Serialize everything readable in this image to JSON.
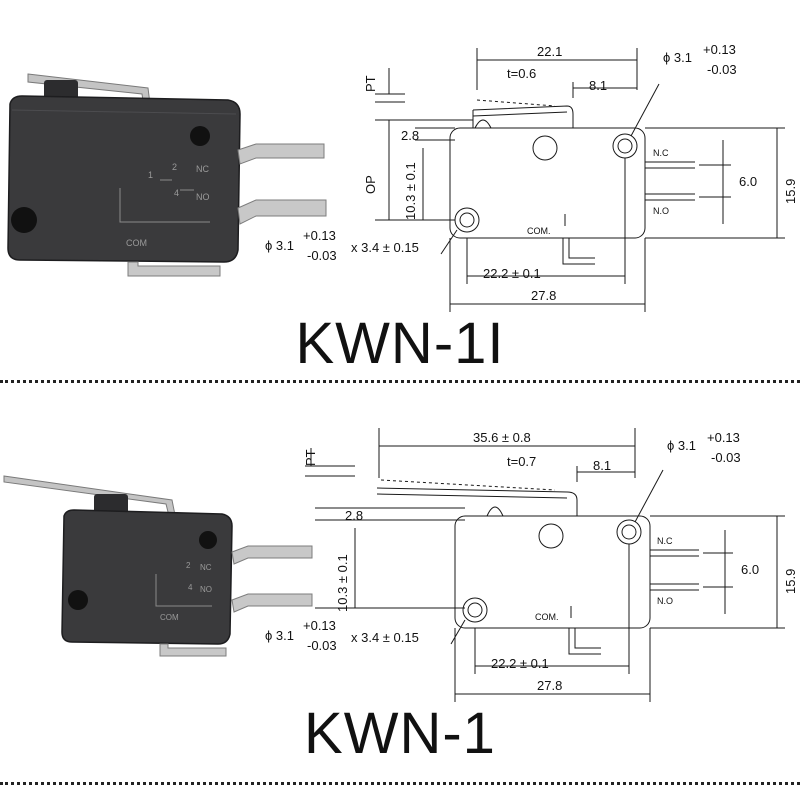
{
  "colors": {
    "body": "#3a3a3c",
    "body_dark": "#232325",
    "metal": "#b9b9b9",
    "line": "#1a1a1a"
  },
  "top": {
    "model": "KWN-1I",
    "photo": {
      "terminal_nc": "NC",
      "terminal_no": "NO",
      "terminal_com": "COM",
      "marking_1": "1",
      "marking_2": "2",
      "marking_4": "4"
    },
    "drawing": {
      "pt": "PT",
      "op": "OP",
      "dim_overall_lever": "22.1",
      "dim_thickness": "t=0.6",
      "dim_lever_offset": "8.1",
      "dim_hole_top": "ϕ 3.1",
      "dim_hole_top_tol_plus": "+0.13",
      "dim_hole_top_tol_minus": "-0.03",
      "dim_top_gap": "2.8",
      "dim_op_height": "10.3 ± 0.1",
      "dim_terminal_pitch": "6.0",
      "dim_height": "15.9",
      "nc": "N.C",
      "no": "N.O",
      "com": "COM.",
      "dim_hole_bottom": "ϕ 3.1",
      "dim_hole_bottom_tol_plus": "+0.13",
      "dim_hole_bottom_tol_minus": "-0.03",
      "dim_hole_depth": "x 3.4 ± 0.15",
      "dim_hole_spacing": "22.2 ± 0.1",
      "dim_width": "27.8"
    }
  },
  "bottom": {
    "model": "KWN-1",
    "photo": {
      "terminal_nc": "NC",
      "terminal_no": "NO",
      "terminal_com": "COM",
      "marking_2": "2",
      "marking_4": "4"
    },
    "drawing": {
      "pt": "PT",
      "dim_overall_lever": "35.6 ± 0.8",
      "dim_thickness": "t=0.7",
      "dim_lever_offset": "8.1",
      "dim_hole_top": "ϕ 3.1",
      "dim_hole_top_tol_plus": "+0.13",
      "dim_hole_top_tol_minus": "-0.03",
      "dim_top_gap": "2.8",
      "dim_op_height": "10.3 ± 0.1",
      "dim_terminal_pitch": "6.0",
      "dim_height": "15.9",
      "nc": "N.C",
      "no": "N.O",
      "com": "COM.",
      "dim_hole_bottom": "ϕ 3.1",
      "dim_hole_bottom_tol_plus": "+0.13",
      "dim_hole_bottom_tol_minus": "-0.03",
      "dim_hole_depth": "x 3.4 ± 0.15",
      "dim_hole_spacing": "22.2 ± 0.1",
      "dim_width": "27.8"
    }
  }
}
